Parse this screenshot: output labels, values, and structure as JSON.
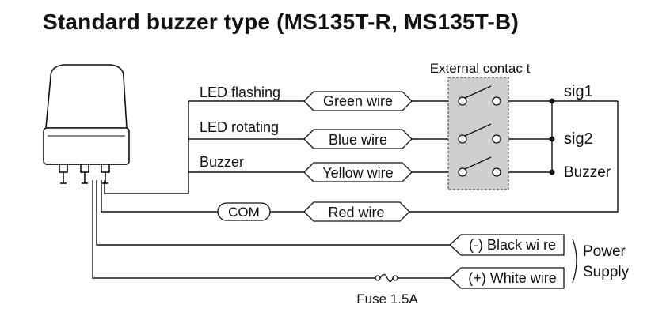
{
  "title": "Standard buzzer type (MS135T-R, MS135T-B)",
  "external_contact_label": "External contac t",
  "signals": {
    "led_flashing": "LED flashing",
    "led_rotating": "LED rotating",
    "buzzer": "Buzzer"
  },
  "wires": {
    "green": "Green wire",
    "blue": "Blue wire",
    "yellow": "Yellow wire",
    "red": "Red wire",
    "black": "(-) Black wi re",
    "white": "(+) White wire"
  },
  "com_label": "COM",
  "terminals": {
    "sig1": "sig1",
    "sig2": "sig2",
    "buzzer": "Buzzer"
  },
  "power_supply": {
    "line1": "Power",
    "line2": "Supply"
  },
  "fuse_label": "Fuse 1.5A"
}
